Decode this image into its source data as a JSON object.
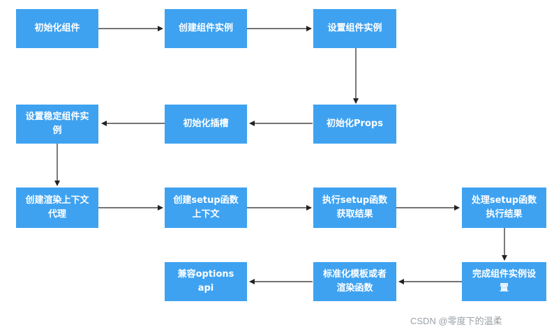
{
  "nodes": [
    {
      "id": "n1",
      "label": "初始化组件"
    },
    {
      "id": "n2",
      "label": "创建组件实例"
    },
    {
      "id": "n3",
      "label": "设置组件实例"
    },
    {
      "id": "n4",
      "label": "初始化Props"
    },
    {
      "id": "n5",
      "label": "初始化插槽"
    },
    {
      "id": "n6",
      "label": "设置稳定组件实\n例"
    },
    {
      "id": "n7",
      "label": "创建渲染上下文\n代理"
    },
    {
      "id": "n8",
      "label": "创建setup函数\n上下文"
    },
    {
      "id": "n9",
      "label": "执行setup函数\n获取结果"
    },
    {
      "id": "n10",
      "label": "处理setup函数\n执行结果"
    },
    {
      "id": "n11",
      "label": "完成组件实例设\n置"
    },
    {
      "id": "n12",
      "label": "标准化模板或者\n渲染函数"
    },
    {
      "id": "n13",
      "label": "兼容options api"
    }
  ],
  "edges": [
    [
      "n1",
      "n2"
    ],
    [
      "n2",
      "n3"
    ],
    [
      "n3",
      "n4"
    ],
    [
      "n4",
      "n5"
    ],
    [
      "n5",
      "n6"
    ],
    [
      "n6",
      "n7"
    ],
    [
      "n7",
      "n8"
    ],
    [
      "n8",
      "n9"
    ],
    [
      "n9",
      "n10"
    ],
    [
      "n10",
      "n11"
    ],
    [
      "n11",
      "n12"
    ],
    [
      "n12",
      "n13"
    ]
  ],
  "colors": {
    "node_fill": "#3ea2f1",
    "node_text": "#ffffff",
    "edge": "#222222"
  },
  "watermark": "CSDN @零度下的温柔"
}
